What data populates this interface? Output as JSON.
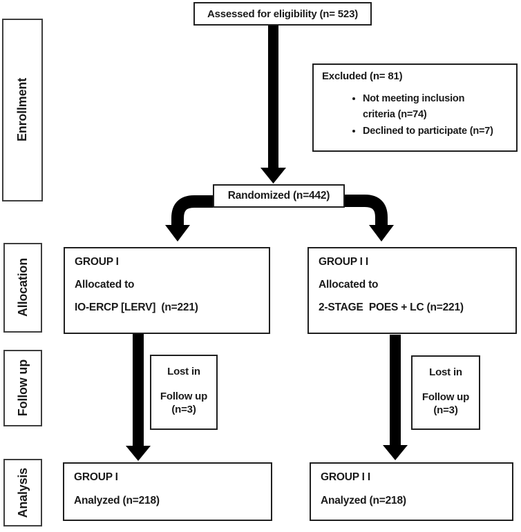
{
  "stages": [
    {
      "label": "Enrollment"
    },
    {
      "label": "Allocation"
    },
    {
      "label": "Follow up"
    },
    {
      "label": "Analysis"
    }
  ],
  "nodes": {
    "assessed": {
      "text": "Assessed for eligibility (n= 523)"
    },
    "excluded": {
      "title": "Excluded (n= 81)",
      "bullets": [
        "Not meeting inclusion criteria (n=74)",
        "Declined to participate (n=7)"
      ]
    },
    "randomized": {
      "text": "Randomized (n=442)"
    },
    "group1_allocated": {
      "line1": "GROUP I",
      "line2": "Allocated to",
      "line3": "IO-ERCP [LERV]  (n=221)"
    },
    "group2_allocated": {
      "line1": "GROUP I I",
      "line2": "Allocated to",
      "line3": "2-STAGE  POES + LC (n=221)"
    },
    "group1_lost": {
      "line1": "Lost in",
      "line2": "Follow up",
      "line3": "(n=3)"
    },
    "group2_lost": {
      "line1": "Lost in",
      "line2": "Follow up",
      "line3": "(n=3)"
    },
    "group1_analyzed": {
      "line1": "GROUP I",
      "line2": "Analyzed (n=218)"
    },
    "group2_analyzed": {
      "line1": "GROUP I I",
      "line2": "Analyzed (n=218)"
    }
  },
  "colors": {
    "arrow": "#000000",
    "box_border": "#1f1f1f",
    "stage_border": "#3d3d3d",
    "text": "#1a1a1a",
    "background": "#ffffff"
  }
}
